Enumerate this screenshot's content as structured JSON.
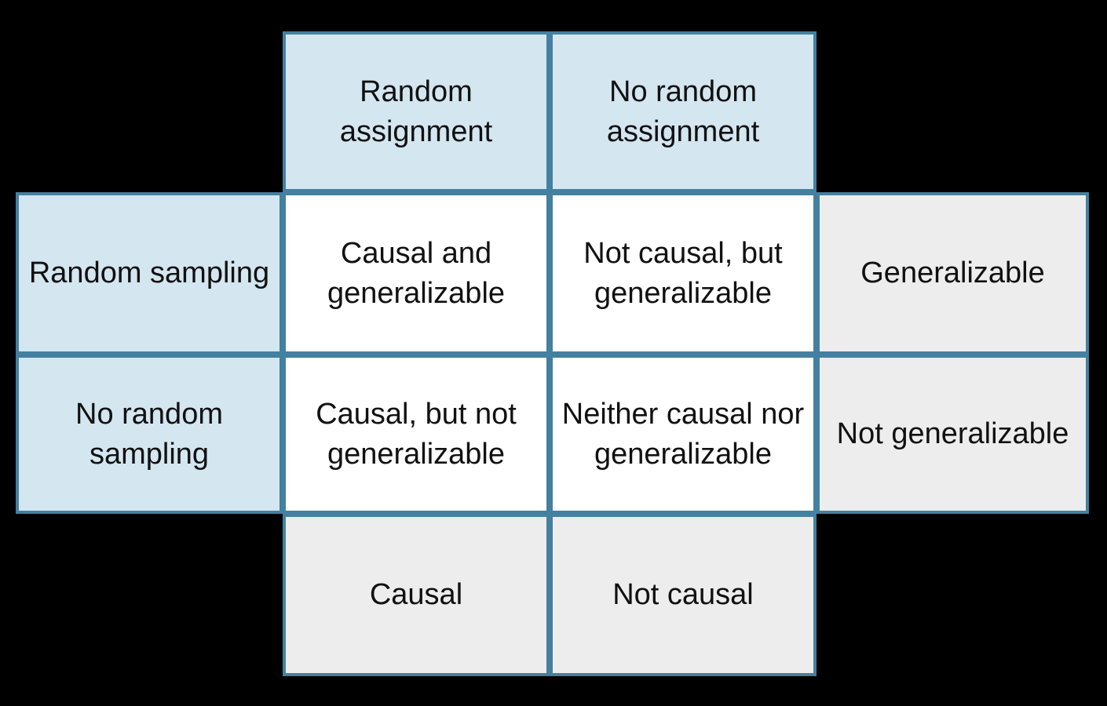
{
  "colors": {
    "background": "#000000",
    "border": "#44809f",
    "header_fill": "#d4e6f0",
    "body_cell_fill": "#ffffff",
    "summary_fill": "#ededed",
    "text": "#111111"
  },
  "matrix": {
    "column_headers": [
      "Random\nassignment",
      "No random\nassignment"
    ],
    "row_headers": [
      "Random sampling",
      "No random\nsampling"
    ],
    "cells": [
      [
        "Causal and\ngeneralizable",
        "Not causal, but\ngeneralizable"
      ],
      [
        "Causal, but not\ngeneralizable",
        "Neither causal nor\ngeneralizable"
      ]
    ],
    "row_summaries": [
      "Generalizable",
      "Not generalizable"
    ],
    "column_summaries": [
      "Causal",
      "Not causal"
    ]
  }
}
